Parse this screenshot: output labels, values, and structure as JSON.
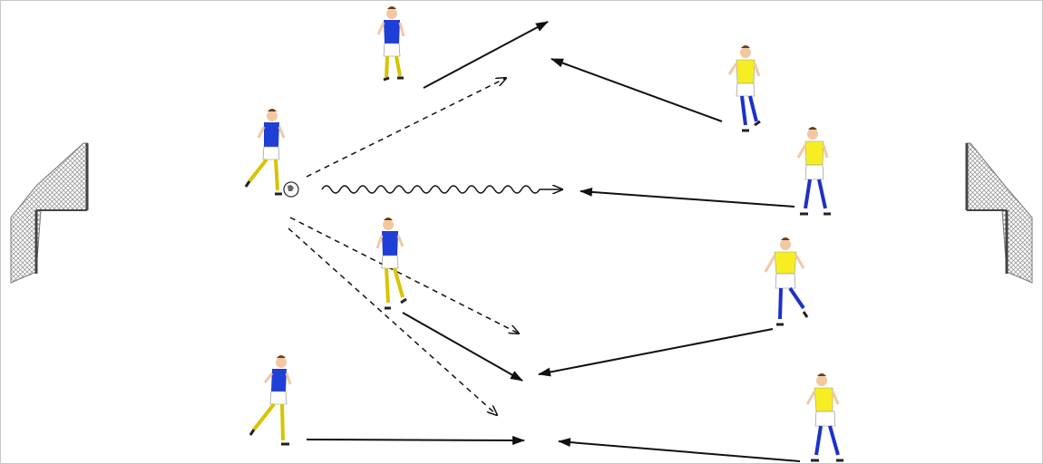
{
  "colors": {
    "background": "#ffffff",
    "blue_shirt": "#1f3fd6",
    "blue_shorts": "#ffffff",
    "blue_socks": "#d7c400",
    "yellow_shirt": "#f6ee23",
    "yellow_shorts": "#ffffff",
    "yellow_socks": "#1d31c9",
    "skin": "#f3c8a0",
    "hair": "#6b3d1a",
    "goal_net": "#9a9a9a",
    "arrow": "#111111"
  },
  "legend": {
    "solid_arrow": "player-run",
    "dashed_arrow": "pass",
    "wavy_arrow": "dribble"
  },
  "icons": {
    "goal": "goal-icon",
    "ball": "soccer-ball-icon",
    "player": "player-icon"
  }
}
